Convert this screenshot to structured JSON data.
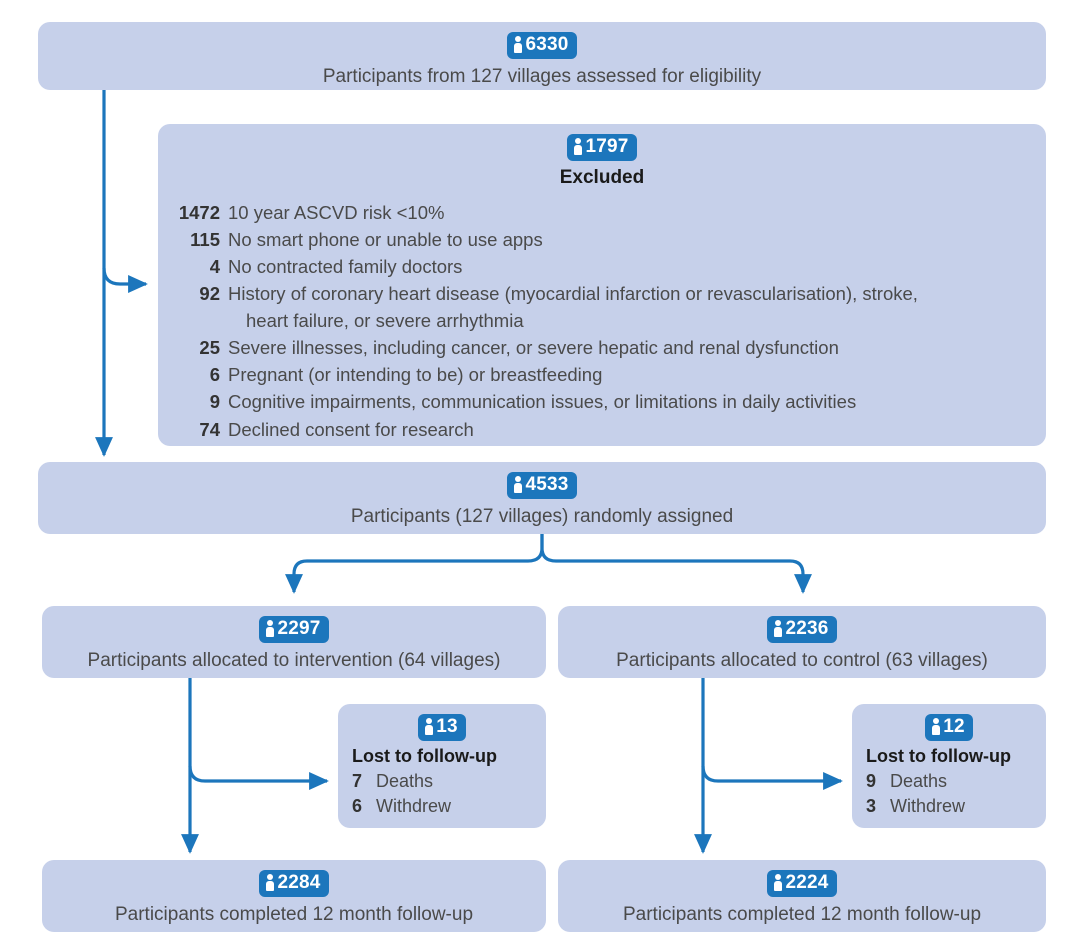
{
  "theme": {
    "box_fill": "#c6d0ea",
    "badge_fill": "#1c76bc",
    "badge_text": "#ffffff",
    "connector": "#1c76bc",
    "body_text": "#4a4a4a",
    "bold_text": "#1a1a1a",
    "page_background": "#ffffff"
  },
  "icons": {
    "person": "person-icon"
  },
  "nodes": {
    "assessed": {
      "count": "6330",
      "caption": "Participants from 127 villages assessed for eligibility"
    },
    "excluded": {
      "count": "1797",
      "heading": "Excluded",
      "reasons": [
        {
          "count": "1472",
          "text": "10 year ASCVD risk <10%"
        },
        {
          "count": "115",
          "text": "No smart phone or unable to use apps"
        },
        {
          "count": "4",
          "text": "No contracted family doctors"
        },
        {
          "count": "92",
          "text": "History of coronary heart disease (myocardial infarction or revascularisation), stroke,",
          "text2": "heart failure, or severe arrhythmia"
        },
        {
          "count": "25",
          "text": "Severe illnesses, including cancer, or severe hepatic and renal dysfunction"
        },
        {
          "count": "6",
          "text": "Pregnant (or intending to be) or breastfeeding"
        },
        {
          "count": "9",
          "text": "Cognitive impairments, communication issues, or limitations in daily activities"
        },
        {
          "count": "74",
          "text": "Declined consent for research"
        }
      ]
    },
    "randomised": {
      "count": "4533",
      "caption": "Participants (127 villages) randomly assigned"
    },
    "allocated_intervention": {
      "count": "2297",
      "caption": "Participants allocated to intervention (64 villages)"
    },
    "allocated_control": {
      "count": "2236",
      "caption": "Participants allocated to control (63 villages)"
    },
    "lost_intervention": {
      "count": "13",
      "heading": "Lost to follow-up",
      "items": [
        {
          "count": "7",
          "text": "Deaths"
        },
        {
          "count": "6",
          "text": "Withdrew"
        }
      ]
    },
    "lost_control": {
      "count": "12",
      "heading": "Lost to follow-up",
      "items": [
        {
          "count": "9",
          "text": "Deaths"
        },
        {
          "count": "3",
          "text": "Withdrew"
        }
      ]
    },
    "completed_intervention": {
      "count": "2284",
      "caption": "Participants completed 12 month follow-up"
    },
    "completed_control": {
      "count": "2224",
      "caption": "Participants completed 12 month follow-up"
    }
  }
}
